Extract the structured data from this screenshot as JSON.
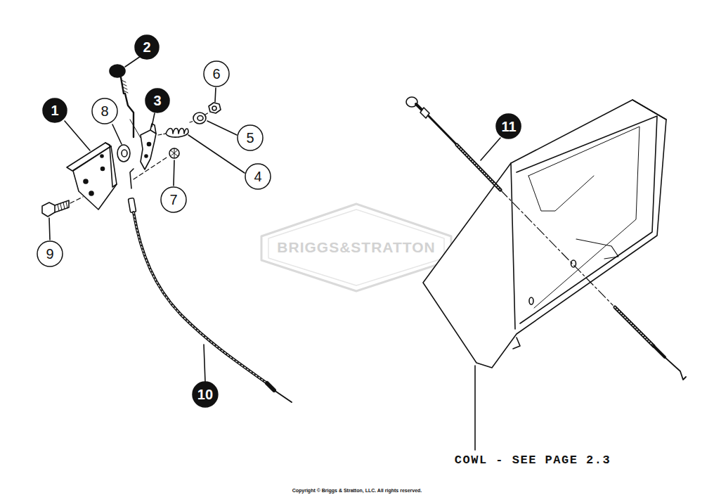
{
  "diagram": {
    "nodes": [
      {
        "text": [
          "2"
        ]
      },
      {
        "text": [
          "1"
        ]
      },
      {
        "text": [
          "3"
        ]
      },
      {
        "text": [
          "8"
        ]
      },
      {
        "text": [
          "6"
        ]
      },
      {
        "text": [
          "5"
        ]
      },
      {
        "text": [
          "11"
        ]
      },
      {
        "text": [
          "4"
        ]
      },
      {
        "text": [
          "7"
        ]
      },
      {
        "text": [
          "9"
        ]
      },
      {
        "text": [
          "10"
        ]
      }
    ],
    "labels": [
      "BRIGGS&STRATTON",
      "COWL - SEE PAGE 2.3",
      "Copyright © Briggs & Stratton, LLC. All rights reserved."
    ]
  }
}
